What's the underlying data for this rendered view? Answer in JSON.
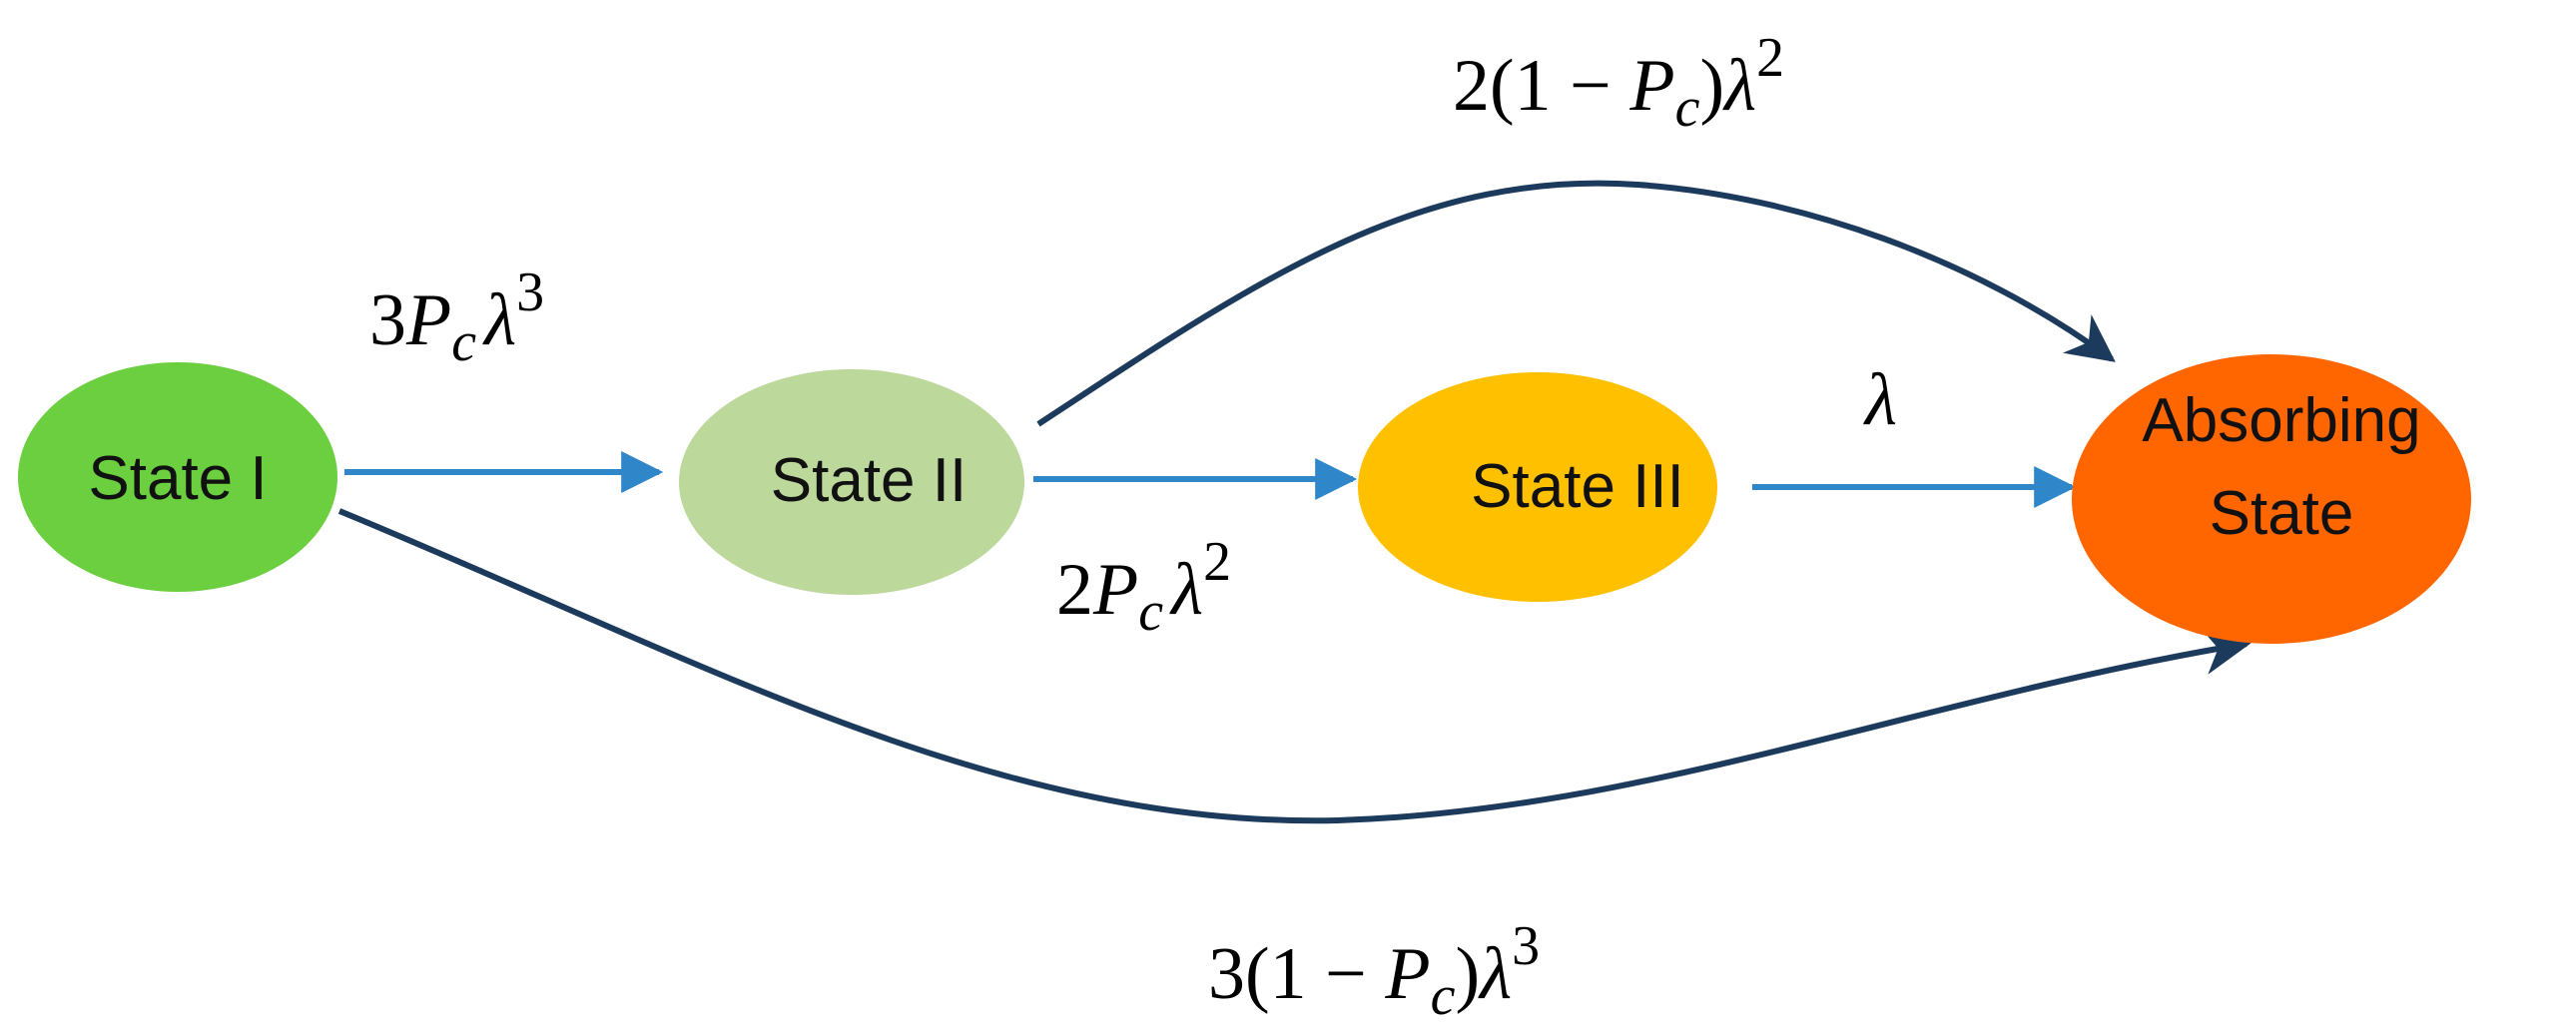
{
  "states": {
    "state_1": {
      "label": "State I",
      "color": "#6ccf3f"
    },
    "state_2": {
      "label": "State II",
      "color": "#bcd89b"
    },
    "state_3": {
      "label": "State III",
      "color": "#ffc000"
    },
    "absorbing": {
      "label_line1": "Absorbing",
      "label_line2": "State",
      "color": "#ff6600"
    }
  },
  "arrow_colors": {
    "direct": "#2f86c8",
    "bypass": "#1b3a5c"
  },
  "transitions": {
    "t_1_2": {
      "from": "State I",
      "to": "State II",
      "rate": {
        "coef": "3",
        "var": "P",
        "sub": "c",
        "lambda": "λ",
        "exp": "3"
      }
    },
    "t_2_3": {
      "from": "State II",
      "to": "State III",
      "rate": {
        "coef": "2",
        "var": "P",
        "sub": "c",
        "lambda": "λ",
        "exp": "2"
      }
    },
    "t_3_abs": {
      "from": "State III",
      "to": "Absorbing State",
      "rate": {
        "lambda": "λ"
      }
    },
    "t_2_abs": {
      "from": "State II",
      "to": "Absorbing State",
      "rate": {
        "prefix": "2(1 − ",
        "var": "P",
        "sub": "c",
        "suffix": ")",
        "lambda": "λ",
        "exp": "2"
      }
    },
    "t_1_abs": {
      "from": "State I",
      "to": "Absorbing State",
      "rate": {
        "prefix": "3(1 − ",
        "var": "P",
        "sub": "c",
        "suffix": ")",
        "lambda": "λ",
        "exp": "3"
      }
    }
  }
}
